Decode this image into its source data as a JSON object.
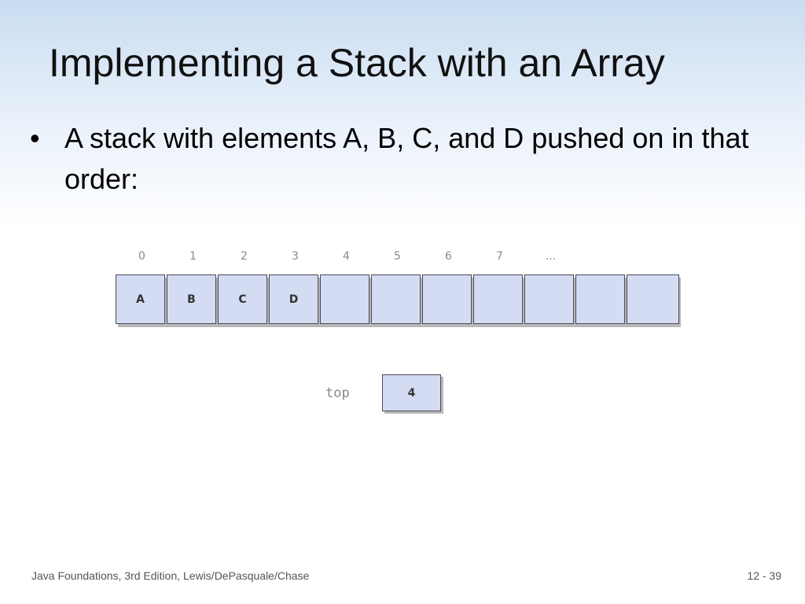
{
  "slide": {
    "title": "Implementing a Stack with an Array",
    "bullet_symbol": "•",
    "bullet_text": "A stack with elements A, B, C, and D pushed on in that order:"
  },
  "diagram": {
    "indices": [
      "0",
      "1",
      "2",
      "3",
      "4",
      "5",
      "6",
      "7",
      "..."
    ],
    "cells": [
      "A",
      "B",
      "C",
      "D",
      "",
      "",
      "",
      "",
      "",
      "",
      ""
    ],
    "top_label": "top",
    "top_value": "4"
  },
  "footer": {
    "source": "Java Foundations, 3rd Edition, Lewis/DePasquale/Chase",
    "page": "12 - 39"
  }
}
